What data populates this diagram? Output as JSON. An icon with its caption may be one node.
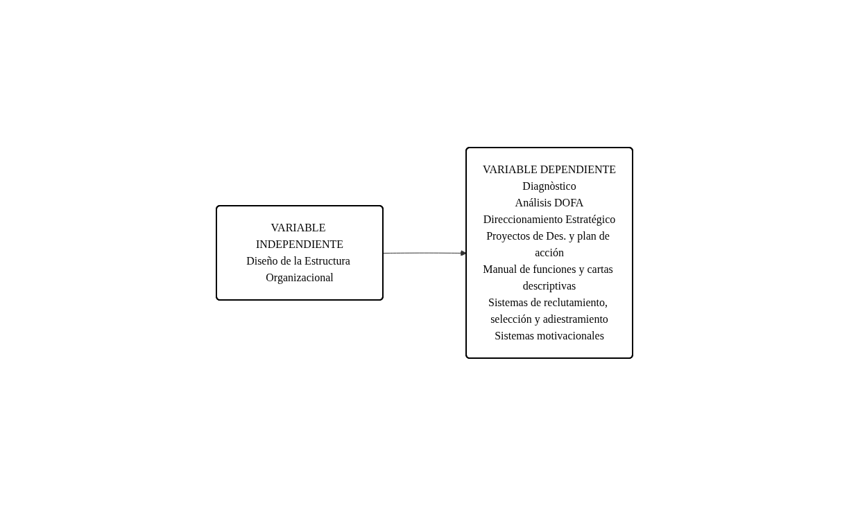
{
  "diagram": {
    "nodes": [
      {
        "text": [
          "VARIABLE INDEPENDIENTE",
          "Diseño de la Estructura Organizacional"
        ]
      },
      {
        "text": [
          "VARIABLE DEPENDIENTE",
          "Diagnòstico",
          "Análisis DOFA",
          "Direccionamiento Estratégico",
          "Proyectos de Des. y plan de acción",
          "Manual de funciones y cartas descriptivas",
          "Sistemas de reclutamiento, selección y adiestramiento",
          "Sistemas motivacionales"
        ]
      }
    ],
    "edges": [
      {
        "from": 0,
        "to": 1,
        "arrow": "to"
      }
    ]
  }
}
